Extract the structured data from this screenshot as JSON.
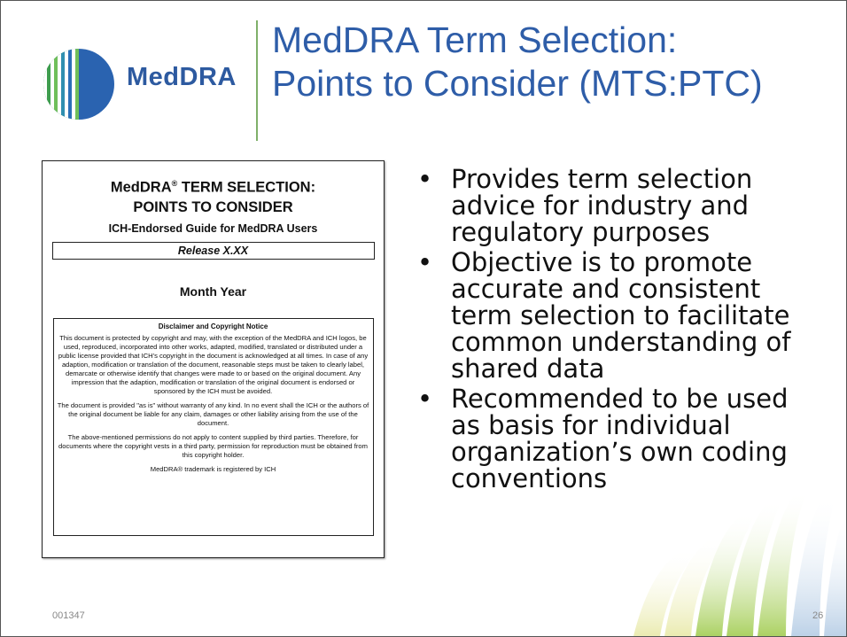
{
  "header": {
    "logo_text": "MedDRA",
    "title_line1": "MedDRA Term Selection:",
    "title_line2": "Points to Consider (MTS:PTC)"
  },
  "document": {
    "heading_line1": "MedDRA",
    "heading_reg": "®",
    "heading_line1_rest": " TERM SELECTION:",
    "heading_line2": "POINTS TO CONSIDER",
    "subtitle": "ICH-Endorsed Guide for MedDRA Users",
    "release": "Release X.XX",
    "date": "Month Year",
    "notice_title": "Disclaimer and Copyright Notice",
    "notice_paragraphs": [
      "This document is protected by copyright and may, with the exception of the MedDRA and ICH logos, be used, reproduced, incorporated into other works, adapted, modified, translated or distributed under a public license provided that ICH's copyright in the document is acknowledged at all times. In case of any adaption, modification or translation of the document, reasonable steps must be taken to clearly label, demarcate or otherwise identify that changes were made to or based on the original document. Any impression that the adaption, modification or translation of the original document is endorsed or sponsored by the ICH must be avoided.",
      "The document is provided \"as is\" without warranty of any kind. In no event shall the ICH or the authors of the original document be liable for any claim, damages or other liability arising from the use of the document.",
      "The above-mentioned permissions do not apply to content supplied by third parties. Therefore, for documents where the copyright vests in a third party, permission for reproduction must be obtained from this copyright holder.",
      "MedDRA® trademark is registered by ICH"
    ]
  },
  "bullets": [
    "Provides term selection advice for industry and regulatory purposes",
    "Objective is to promote accurate and consistent term selection to facilitate common understanding of shared data",
    "Recommended to be used as basis for individual organization’s own coding conventions"
  ],
  "bullet_char": "•",
  "footer": {
    "doc_number": "001347",
    "page_number": "26"
  },
  "colors": {
    "title": "#2e5da8",
    "logo_blue": "#2d5aa0",
    "accent_green": "#7fb069"
  }
}
